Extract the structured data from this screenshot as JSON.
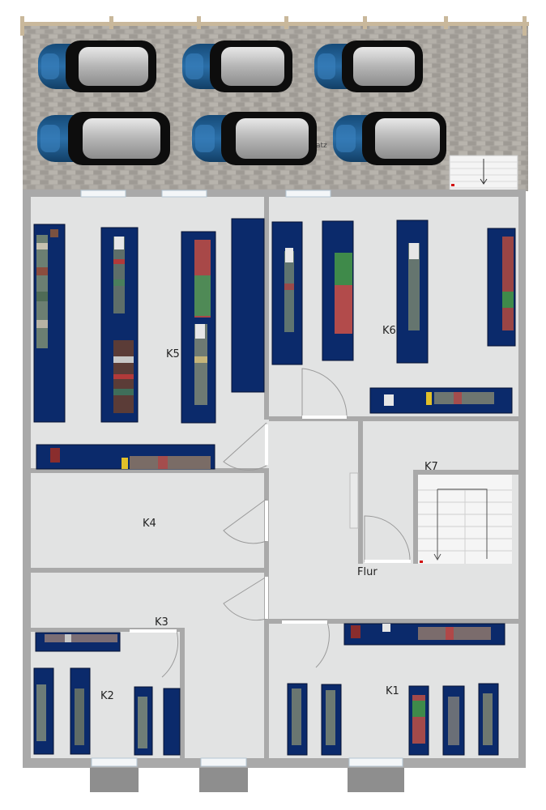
{
  "plan": {
    "parking_label": "atz",
    "rooms": {
      "k5": "K5",
      "k6": "K6",
      "k4": "K4",
      "k7": "K7",
      "flur": "Flur",
      "k3": "K3",
      "k2": "K2",
      "k1": "K1"
    },
    "colors": {
      "wall": "#a9a9a9",
      "floor": "#e2e3e3",
      "shelf": "#0b2a6b",
      "car": "#1f5a8c",
      "pavement": "#aaa6a0"
    }
  }
}
